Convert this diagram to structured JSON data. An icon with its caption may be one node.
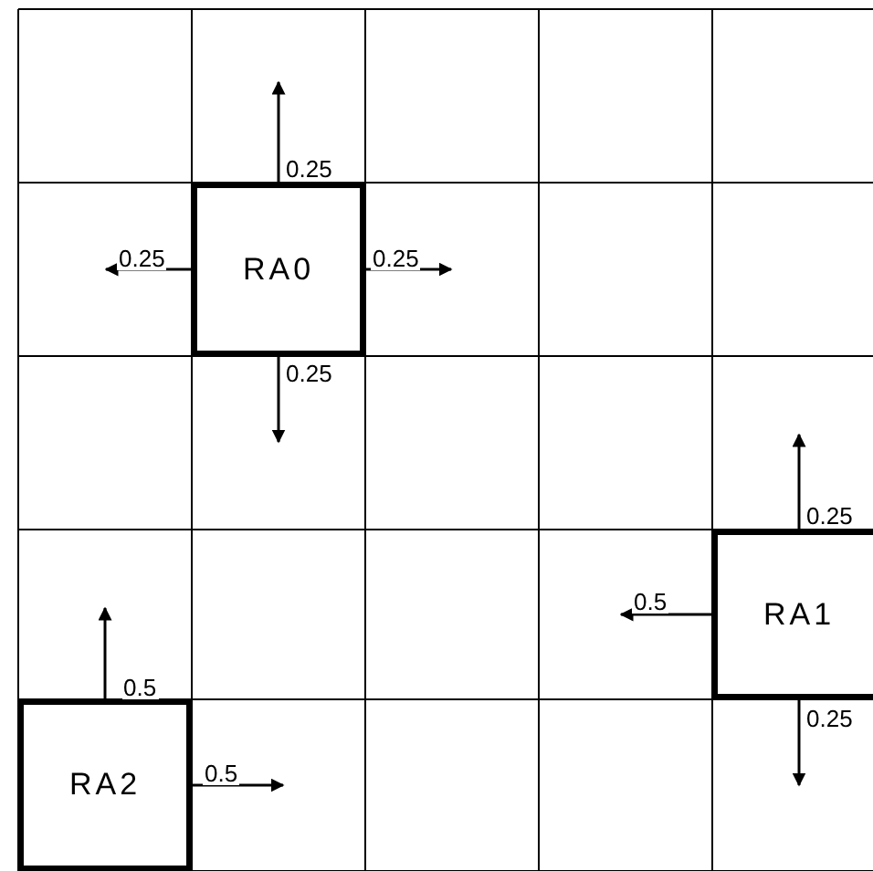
{
  "diagram": {
    "nodes": [
      {
        "text": [
          "RA0"
        ]
      },
      {
        "text": [
          "RA1"
        ]
      },
      {
        "text": [
          "RA2"
        ]
      }
    ],
    "edges": [
      {
        "from": 0,
        "to": null,
        "arrow": "to",
        "label": "0.25"
      },
      {
        "from": 0,
        "to": null,
        "arrow": "to",
        "label": "0.25"
      },
      {
        "from": 0,
        "to": null,
        "arrow": "to",
        "label": "0.25"
      },
      {
        "from": 0,
        "to": null,
        "arrow": "to",
        "label": "0.25"
      },
      {
        "from": 1,
        "to": null,
        "arrow": "to",
        "label": "0.25"
      },
      {
        "from": 1,
        "to": null,
        "arrow": "to",
        "label": "0.5"
      },
      {
        "from": 1,
        "to": null,
        "arrow": "to",
        "label": "0.25"
      },
      {
        "from": 2,
        "to": null,
        "arrow": "to",
        "label": "0.5"
      },
      {
        "from": 2,
        "to": null,
        "arrow": "to",
        "label": "0.5"
      }
    ]
  }
}
